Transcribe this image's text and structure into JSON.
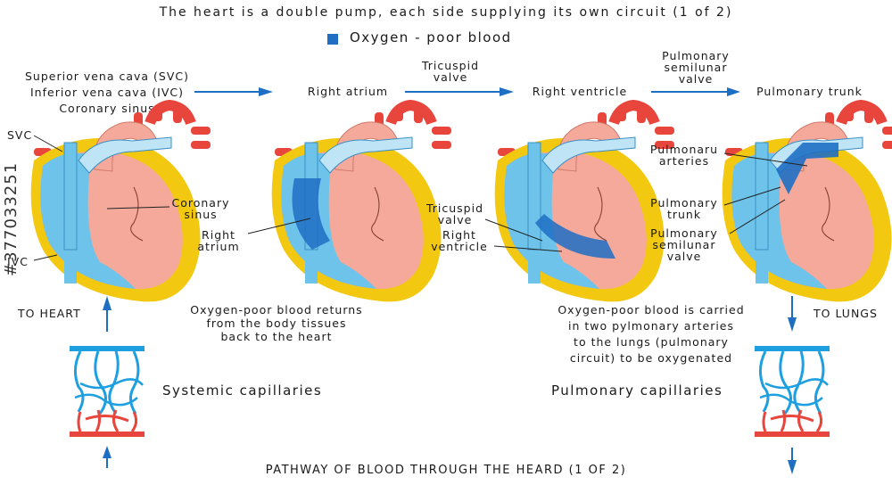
{
  "title": "The heart is a double pump, each side supplying its own circuit (1 of 2)",
  "legend": {
    "label": "Oxygen - poor blood",
    "color": "#1e6fc4"
  },
  "flow": {
    "sources": [
      "Superior vena cava (SVC)",
      "Inferior vena cava (IVC)",
      "Coronary sinus"
    ],
    "tricuspid": [
      "Tricuspid",
      "valve"
    ],
    "right_atrium": "Right atrium",
    "right_ventricle": "Right ventricle",
    "semilunar": [
      "Pulmonary",
      "semilunar",
      "valve"
    ],
    "pulmonary_trunk": "Pulmonary trunk"
  },
  "labels": {
    "svc": "SVC",
    "ivc": "IVC",
    "coronary_sinus": [
      "Coronary",
      "sinus"
    ],
    "right_atrium": [
      "Right",
      "atrium"
    ],
    "tricuspid_valve": [
      "Tricuspid",
      "valve"
    ],
    "right_ventricle": [
      "Right",
      "ventricle"
    ],
    "pulmonary_arteries": [
      "Pulmonaru",
      "arteries"
    ],
    "pulmonary_trunk": [
      "Pulmonary",
      "trunk"
    ],
    "pulmonary_semilunar": [
      "Pulmonary",
      "semilunar",
      "valve"
    ]
  },
  "to_heart": "TO HEART",
  "to_lungs": "TO LUNGS",
  "returns_text": [
    "Oxygen-poor blood returns",
    "from the body tissues",
    "back to the heart"
  ],
  "carried_text": [
    "Oxygen-poor blood is carried",
    "in two pylmonary arteries",
    "to the lungs (pulmonary",
    "circuit) to be oxygenated"
  ],
  "systemic_capillaries": "Systemic capillaries",
  "pulmonary_capillaries": "Pulmonary capillaries",
  "footer": "PATHWAY OF BLOOD THROUGH THE HEARD (1 OF 2)",
  "watermark": "#377033251",
  "colors": {
    "arrow": "#1e6fc4",
    "yellow": "#f2c811",
    "light_blue": "#6ec3ea",
    "dark_blue": "#1e6fc4",
    "red": "#e8453c",
    "pink": "#f4a99b"
  }
}
